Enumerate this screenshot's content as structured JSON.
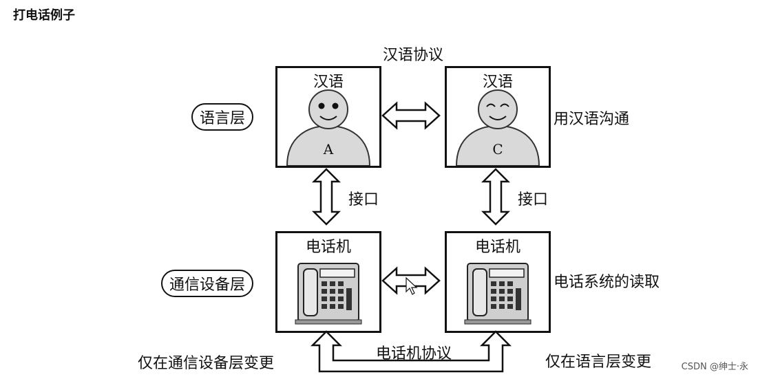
{
  "heading": "打电话例子",
  "top_protocol": "汉语协议",
  "box_a": {
    "title": "汉语",
    "letter": "A"
  },
  "box_c": {
    "title": "汉语",
    "letter": "C"
  },
  "phone_left": {
    "title": "电话机"
  },
  "phone_right": {
    "title": "电话机"
  },
  "layer_language": "语言层",
  "layer_comm": "通信设备层",
  "right_note_top": "用汉语沟通",
  "right_note_bottom": "电话系统的读取",
  "interface_left": "接口",
  "interface_right": "接口",
  "bottom_protocol": "电话机协议",
  "bottom_left_note": "仅在通信设备层变更",
  "bottom_right_note": "仅在语言层变更",
  "watermark": "CSDN @绅士·永",
  "icons": [
    "person-icon",
    "phone-icon",
    "double-arrow-icon",
    "cursor-icon"
  ]
}
